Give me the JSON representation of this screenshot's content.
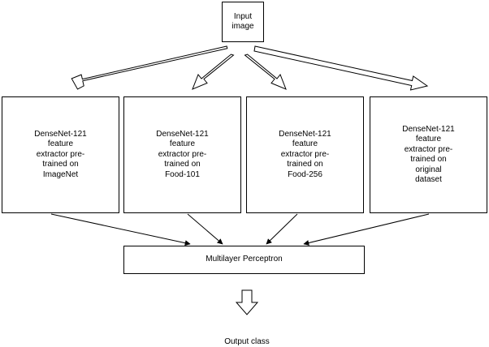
{
  "diagram": {
    "input_node": {
      "label": "Input\nimage"
    },
    "extractors": [
      {
        "label": "DenseNet-121\nfeature\nextractor pre-\ntrained on\nImageNet"
      },
      {
        "label": "DenseNet-121\nfeature\nextractor pre-\ntrained on\nFood-101"
      },
      {
        "label": "DenseNet-121\nfeature\nextractor pre-\ntrained on\nFood-256"
      },
      {
        "label": "DenseNet-121\nfeature\nextractor pre-\ntrained on\noriginal\ndataset"
      }
    ],
    "mlp_node": {
      "label": "Multilayer Perceptron"
    },
    "output_label": "Output class"
  },
  "colors": {
    "stroke": "#000000",
    "fill": "#ffffff",
    "background": "#ffffff"
  },
  "icons": {
    "block_arrow": "hollow-block-arrow",
    "line_arrow": "line-arrow-filled-head"
  }
}
